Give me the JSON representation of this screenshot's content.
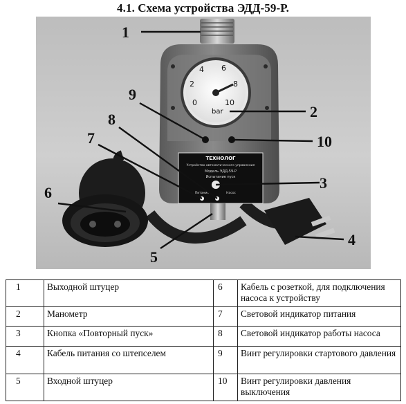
{
  "title": "4.1. Схема устройства ЭДД-59-Р.",
  "photo": {
    "callouts": [
      "1",
      "2",
      "3",
      "4",
      "5",
      "6",
      "7",
      "8",
      "9",
      "10"
    ],
    "gauge_unit": "bar",
    "gauge_ticks": [
      "0",
      "2",
      "4",
      "6",
      "8",
      "10"
    ],
    "panel_brand": "ТЕХНОЛОГ",
    "panel_lines": [
      "Устройство автоматического управления",
      "Модель ЭДД-59-Р",
      "Испытание пуск"
    ],
    "panel_label_power": "Питание",
    "panel_label_pump": "Насос"
  },
  "legend": [
    {
      "n1": "1",
      "t1": "Выходной штуцер",
      "n2": "6",
      "t2": "Кабель с розеткой, для подключения насоса к устройству"
    },
    {
      "n1": "2",
      "t1": "Манометр",
      "n2": "7",
      "t2": "Световой индикатор питания"
    },
    {
      "n1": "3",
      "t1": "Кнопка «Повторный пуск»",
      "n2": "8",
      "t2": "Световой индикатор работы насоса"
    },
    {
      "n1": "4",
      "t1": "Кабель  питания со штепселем",
      "n2": "9",
      "t2": "Винт регулировки стартового давления"
    },
    {
      "n1": "5",
      "t1": "Входной штуцер",
      "n2": "10",
      "t2": "Винт регулировки давления выключения"
    }
  ]
}
